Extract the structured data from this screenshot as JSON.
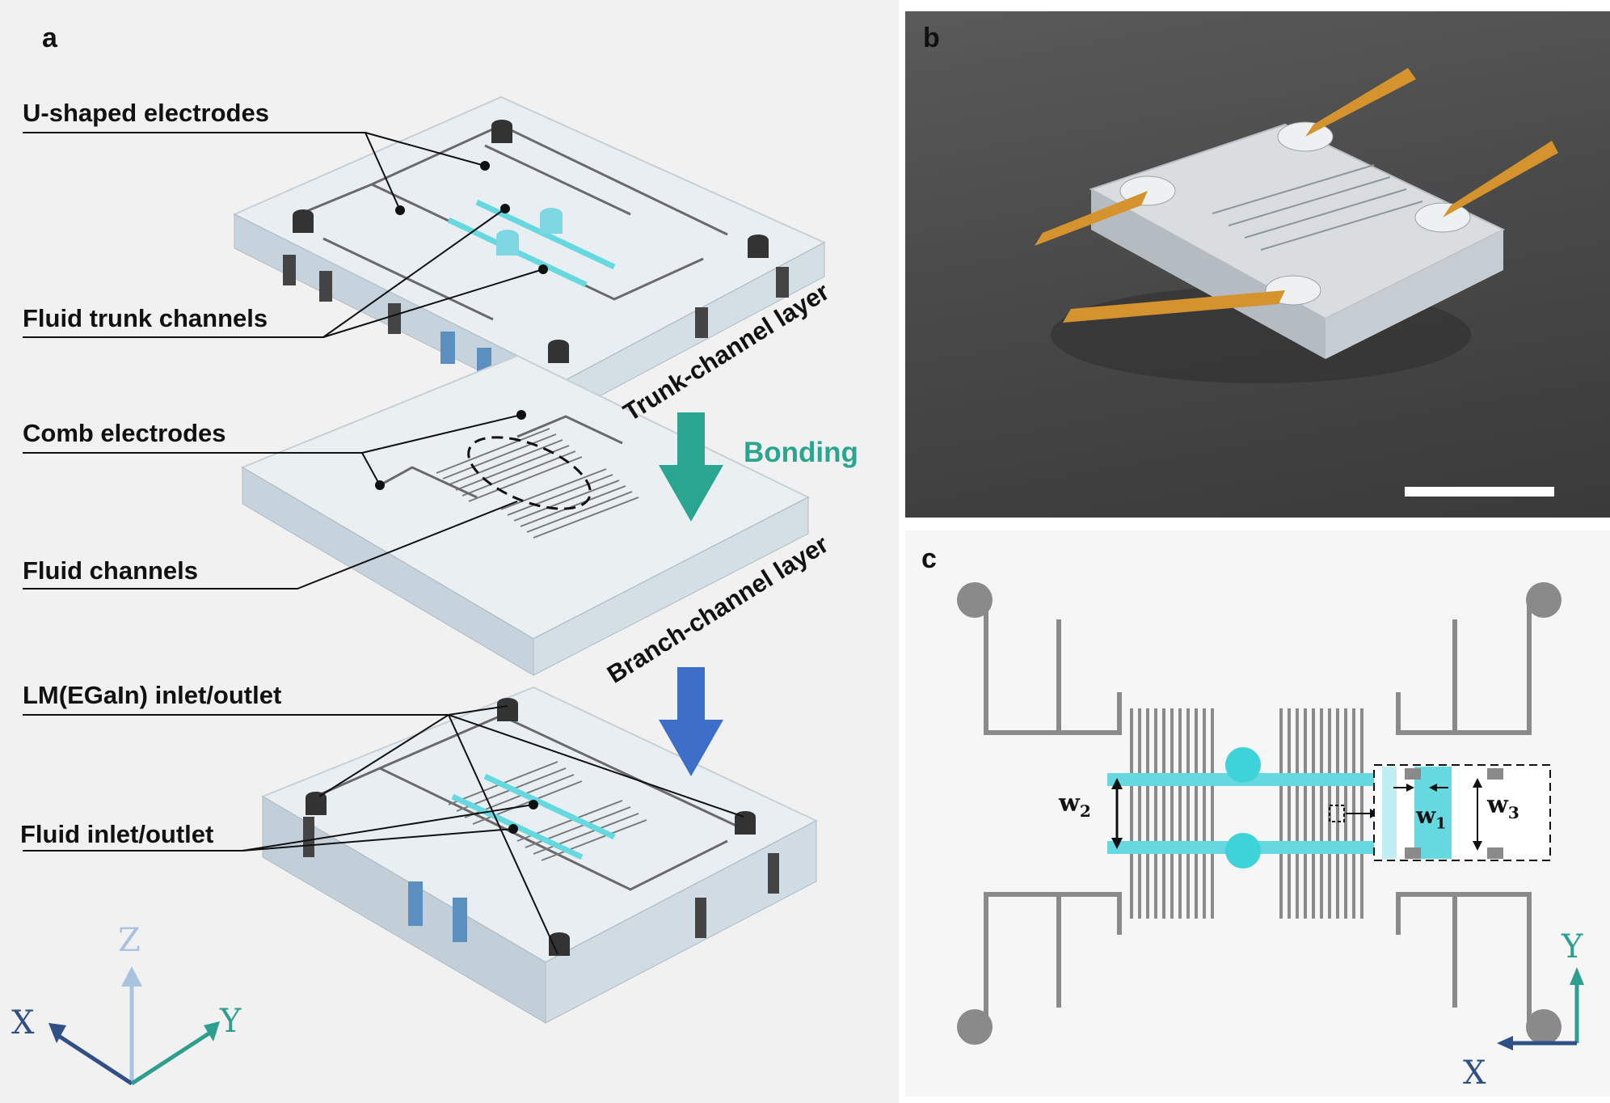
{
  "panels": {
    "a": "a",
    "b": "b",
    "c": "c"
  },
  "panel_a": {
    "u_shaped_electrodes": "U-shaped electrodes",
    "fluid_trunk_channels": "Fluid trunk channels",
    "comb_electrodes": "Comb electrodes",
    "fluid_channels": "Fluid channels",
    "lm_inlet_outlet": "LM(EGaIn) inlet/outlet",
    "fluid_inlet_outlet": "Fluid inlet/outlet",
    "trunk_layer": "Trunk-channel layer",
    "branch_layer": "Branch-channel layer",
    "bonding": "Bonding",
    "axes": {
      "z": "Z",
      "x": "X",
      "y": "Y"
    }
  },
  "panel_c": {
    "w1": "w",
    "w1_sub": "1",
    "w2": "w",
    "w2_sub": "2",
    "w3": "w",
    "w3_sub": "3",
    "axes": {
      "x": "X",
      "y": "Y"
    }
  },
  "colors": {
    "cyan": "#66d9e0",
    "teal_arrow": "#2aa58f",
    "blue_arrow": "#3d6fc9",
    "axis_x": "#2f4f86",
    "axis_y": "#2e9e8e",
    "axis_z": "#a9c2de",
    "electrode": "#8a8a8a"
  }
}
